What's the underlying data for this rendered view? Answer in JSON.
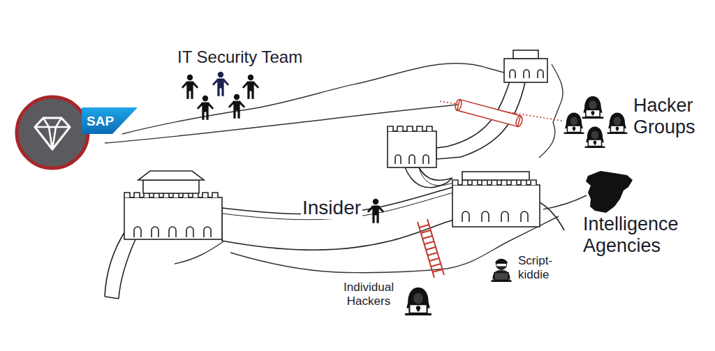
{
  "diagram": {
    "nodes": [
      {
        "text": [
          "SAP"
        ]
      }
    ],
    "labels": [
      "IT Security Team",
      "Hacker Groups",
      "Insider",
      "Intelligence Agencies",
      "Individual Hackers",
      "Script-kiddie"
    ]
  }
}
